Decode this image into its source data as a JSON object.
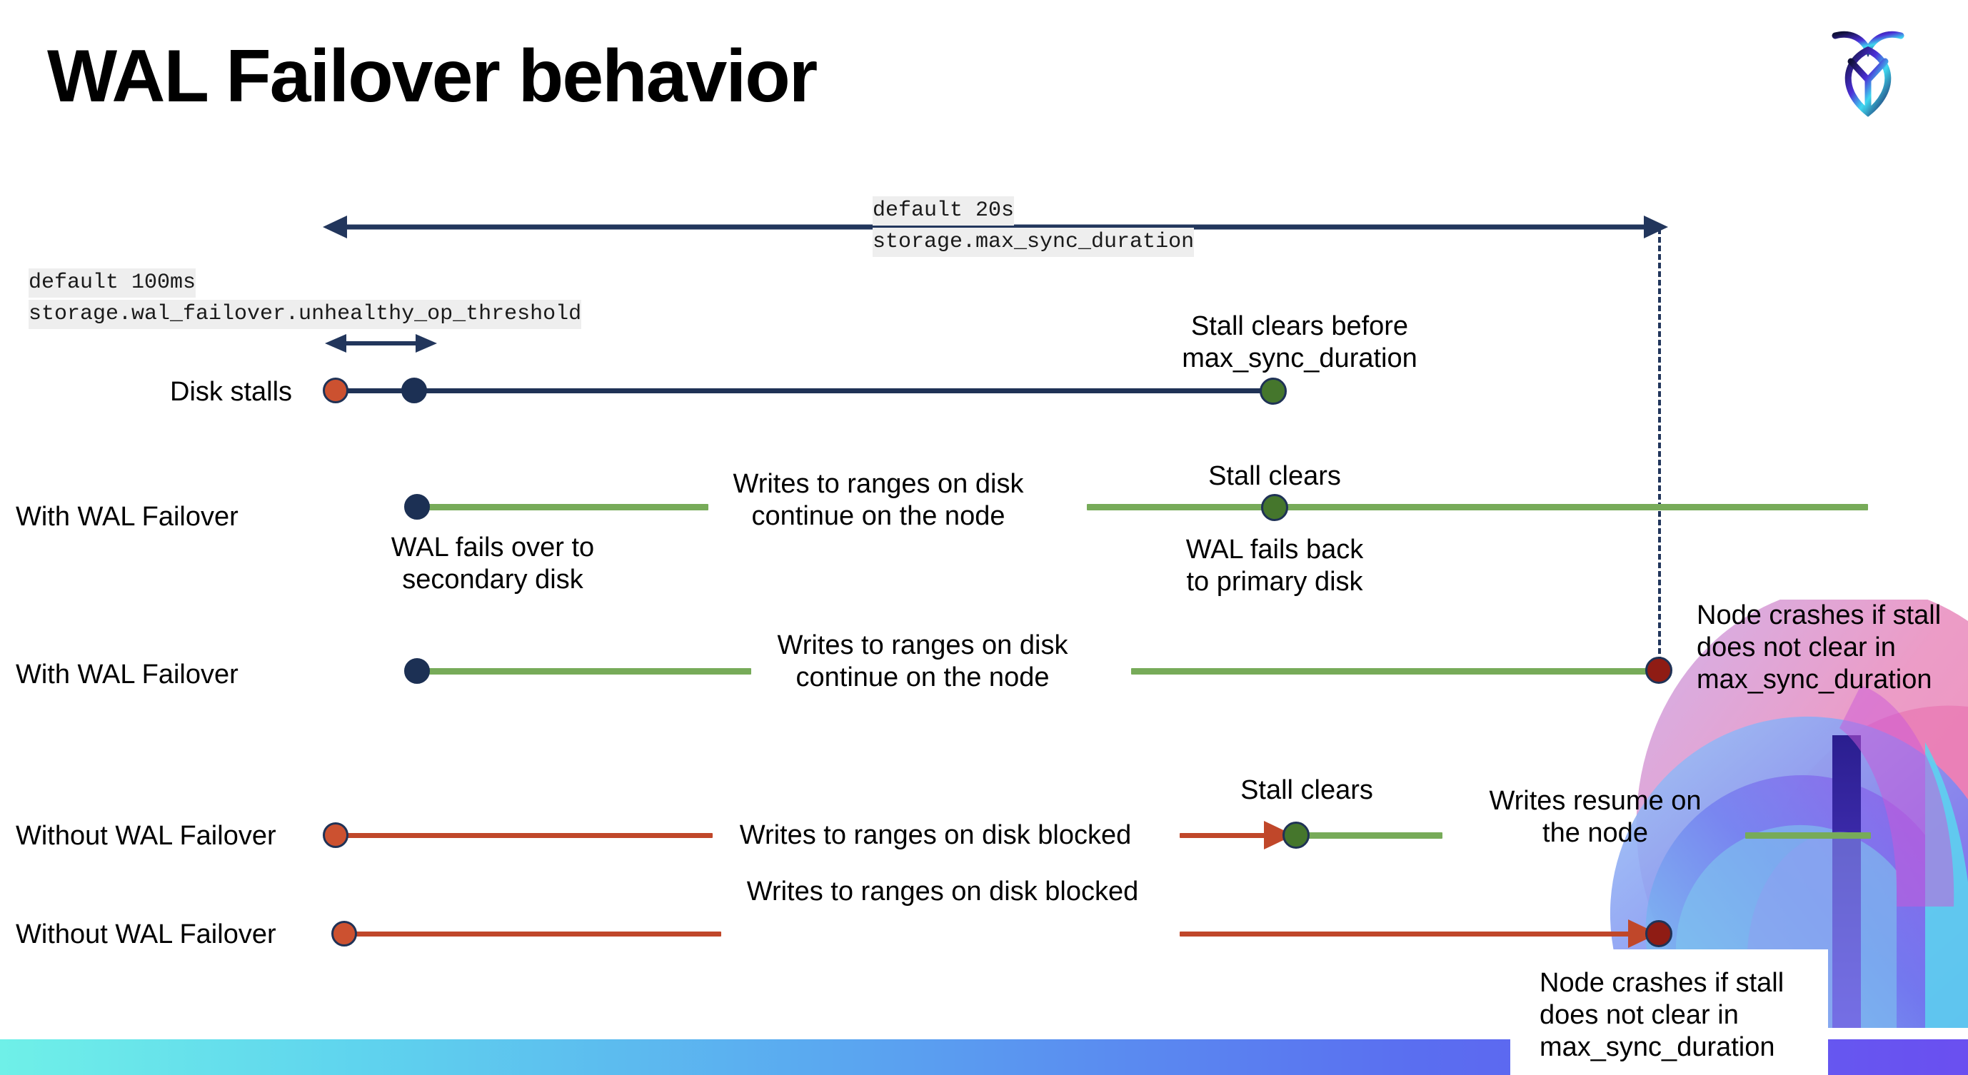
{
  "slide": {
    "title": "WAL Failover behavior",
    "logo_icon": "cockroach-logo-icon"
  },
  "settings": {
    "max_sync": {
      "default_label": "default 20s",
      "name": "storage.max_sync_duration"
    },
    "unhealthy_op": {
      "default_label": "default 100ms",
      "name": "storage.wal_failover.unhealthy_op_threshold"
    }
  },
  "rows": {
    "disk_stalls": {
      "label": "Disk stalls",
      "annotation": "Stall clears before\nmax_sync_duration"
    },
    "with_failover_1": {
      "label": "With WAL Failover",
      "note_start": "WAL fails over to\nsecondary disk",
      "note_middle": "Writes to ranges on disk\ncontinue on the node",
      "note_clear": "Stall clears",
      "note_back": "WAL fails  back\nto primary disk"
    },
    "with_failover_2": {
      "label": "With WAL Failover",
      "note_middle": "Writes to ranges on disk\ncontinue on the node",
      "note_crash": "Node crashes if stall\ndoes not clear in\nmax_sync_duration"
    },
    "without_failover_1": {
      "label": "Without WAL Failover",
      "note_blocked": "Writes to ranges on disk  blocked",
      "note_clear": "Stall clears",
      "note_resume": "Writes resume on\nthe node"
    },
    "without_failover_2": {
      "label": "Without WAL Failover",
      "note_blocked": "Writes to ranges on disk  blocked",
      "note_crash": "Node crashes if stall\ndoes not clear in\nmax_sync_duration"
    }
  },
  "colors": {
    "navy": "#1f3256",
    "green": "#77ab59",
    "red": "#c0472a",
    "dark_red": "#8f1c14",
    "green_dot": "#45762c",
    "orange_dot": "#cc5130",
    "tag_bg": "#eeeeee"
  }
}
